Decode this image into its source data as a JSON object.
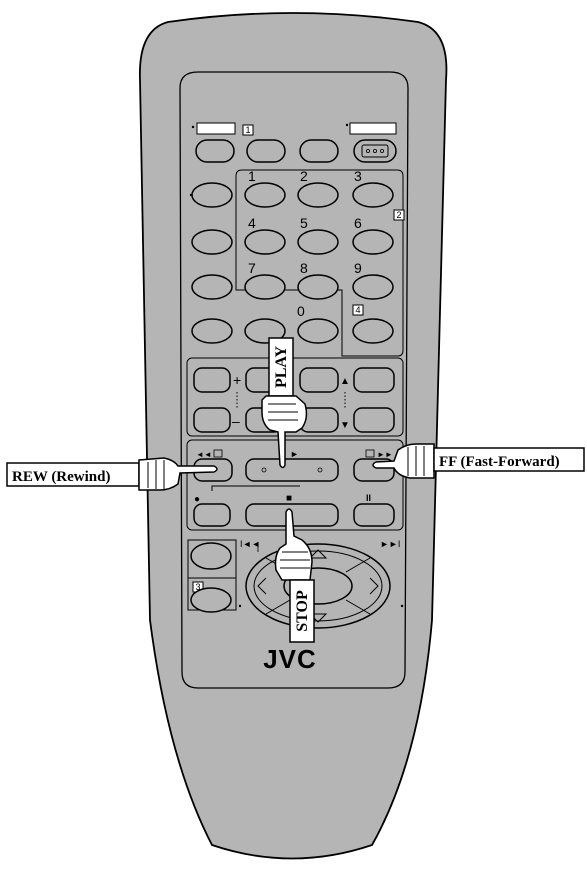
{
  "brand": {
    "logo_text": "JVC"
  },
  "markers": {
    "mark_1": "1",
    "mark_2": "2",
    "mark_3": "3",
    "mark_4": "4"
  },
  "number_pad": {
    "digits": [
      "1",
      "2",
      "3",
      "4",
      "5",
      "6",
      "7",
      "8",
      "9",
      "0"
    ]
  },
  "control_symbols": {
    "plus": "+",
    "minus": "–",
    "rewind": "◄◄",
    "fast_forward": "►►",
    "play": "►",
    "stop": "■",
    "pause": "II",
    "record": "●",
    "skip_back": "I◄◄",
    "skip_forward": "►►I",
    "up": "▲",
    "down": "▼"
  },
  "callouts": {
    "play": "PLAY",
    "stop": "STOP",
    "rew": "REW (Rewind)",
    "ff": "FF (Fast-Forward)"
  },
  "colors": {
    "body_fill": "#b5b5b5",
    "outline": "#000000",
    "button_fill": "#b5b5b5",
    "callout_fill": "#ffffff"
  }
}
